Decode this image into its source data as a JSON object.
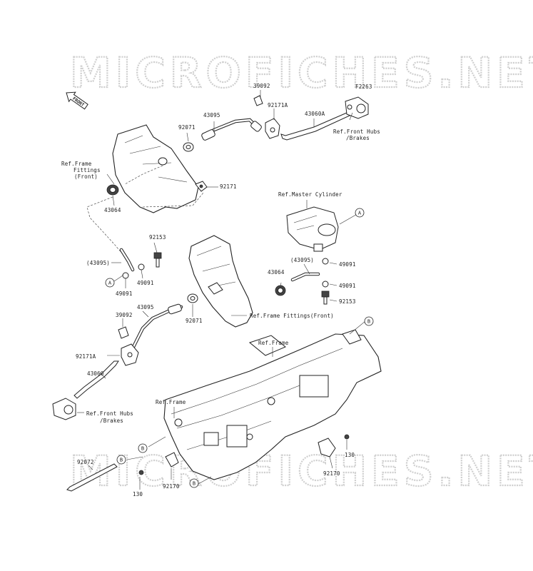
{
  "watermark": {
    "text": "MICROFICHES.NET"
  },
  "diagram_code": "F2263",
  "front_marker": "FRONT",
  "labels": {
    "p39092_top": "39092",
    "p43095_top": "43095",
    "p92071_top": "92071",
    "p92171A_top": "92171A",
    "p43060A": "43060A",
    "ref_front_hubs_top_1": "Ref.Front Hubs",
    "ref_front_hubs_top_2": "/Brakes",
    "ref_frame_fittings_front_1": "Ref.Frame",
    "ref_frame_fittings_front_2": "Fittings",
    "ref_frame_fittings_front_3": "(Front)",
    "p92171": "92171",
    "p43064_left": "43064",
    "ref_master_cylinder": "Ref.Master Cylinder",
    "p92153_left": "92153",
    "p43095_paren_left": "(43095)",
    "p49091_left_a": "49091",
    "p49091_left_b": "49091",
    "p43095_paren_right": "(43095)",
    "p43064_right": "43064",
    "p49091_right_a": "49091",
    "p49091_right_b": "49091",
    "p92153_right": "92153",
    "p43095_mid": "43095",
    "p39092_mid": "39092",
    "p92071_mid": "92071",
    "ref_frame_fittings_inline": "Ref.Frame Fittings(Front)",
    "p92171A_mid": "92171A",
    "p43060": "43060",
    "ref_front_hubs_bot_1": "Ref.Front Hubs",
    "ref_front_hubs_bot_2": "/Brakes",
    "ref_frame_right": "Ref.Frame",
    "ref_frame_left": "Ref.Frame",
    "p92072": "92072",
    "p130_left": "130",
    "p92170_left": "92170",
    "p130_right": "130",
    "p92170_right": "92170"
  },
  "callouts": {
    "a1": "A",
    "a2": "A",
    "b1": "B",
    "b2": "B",
    "b3": "B",
    "b4": "B"
  }
}
